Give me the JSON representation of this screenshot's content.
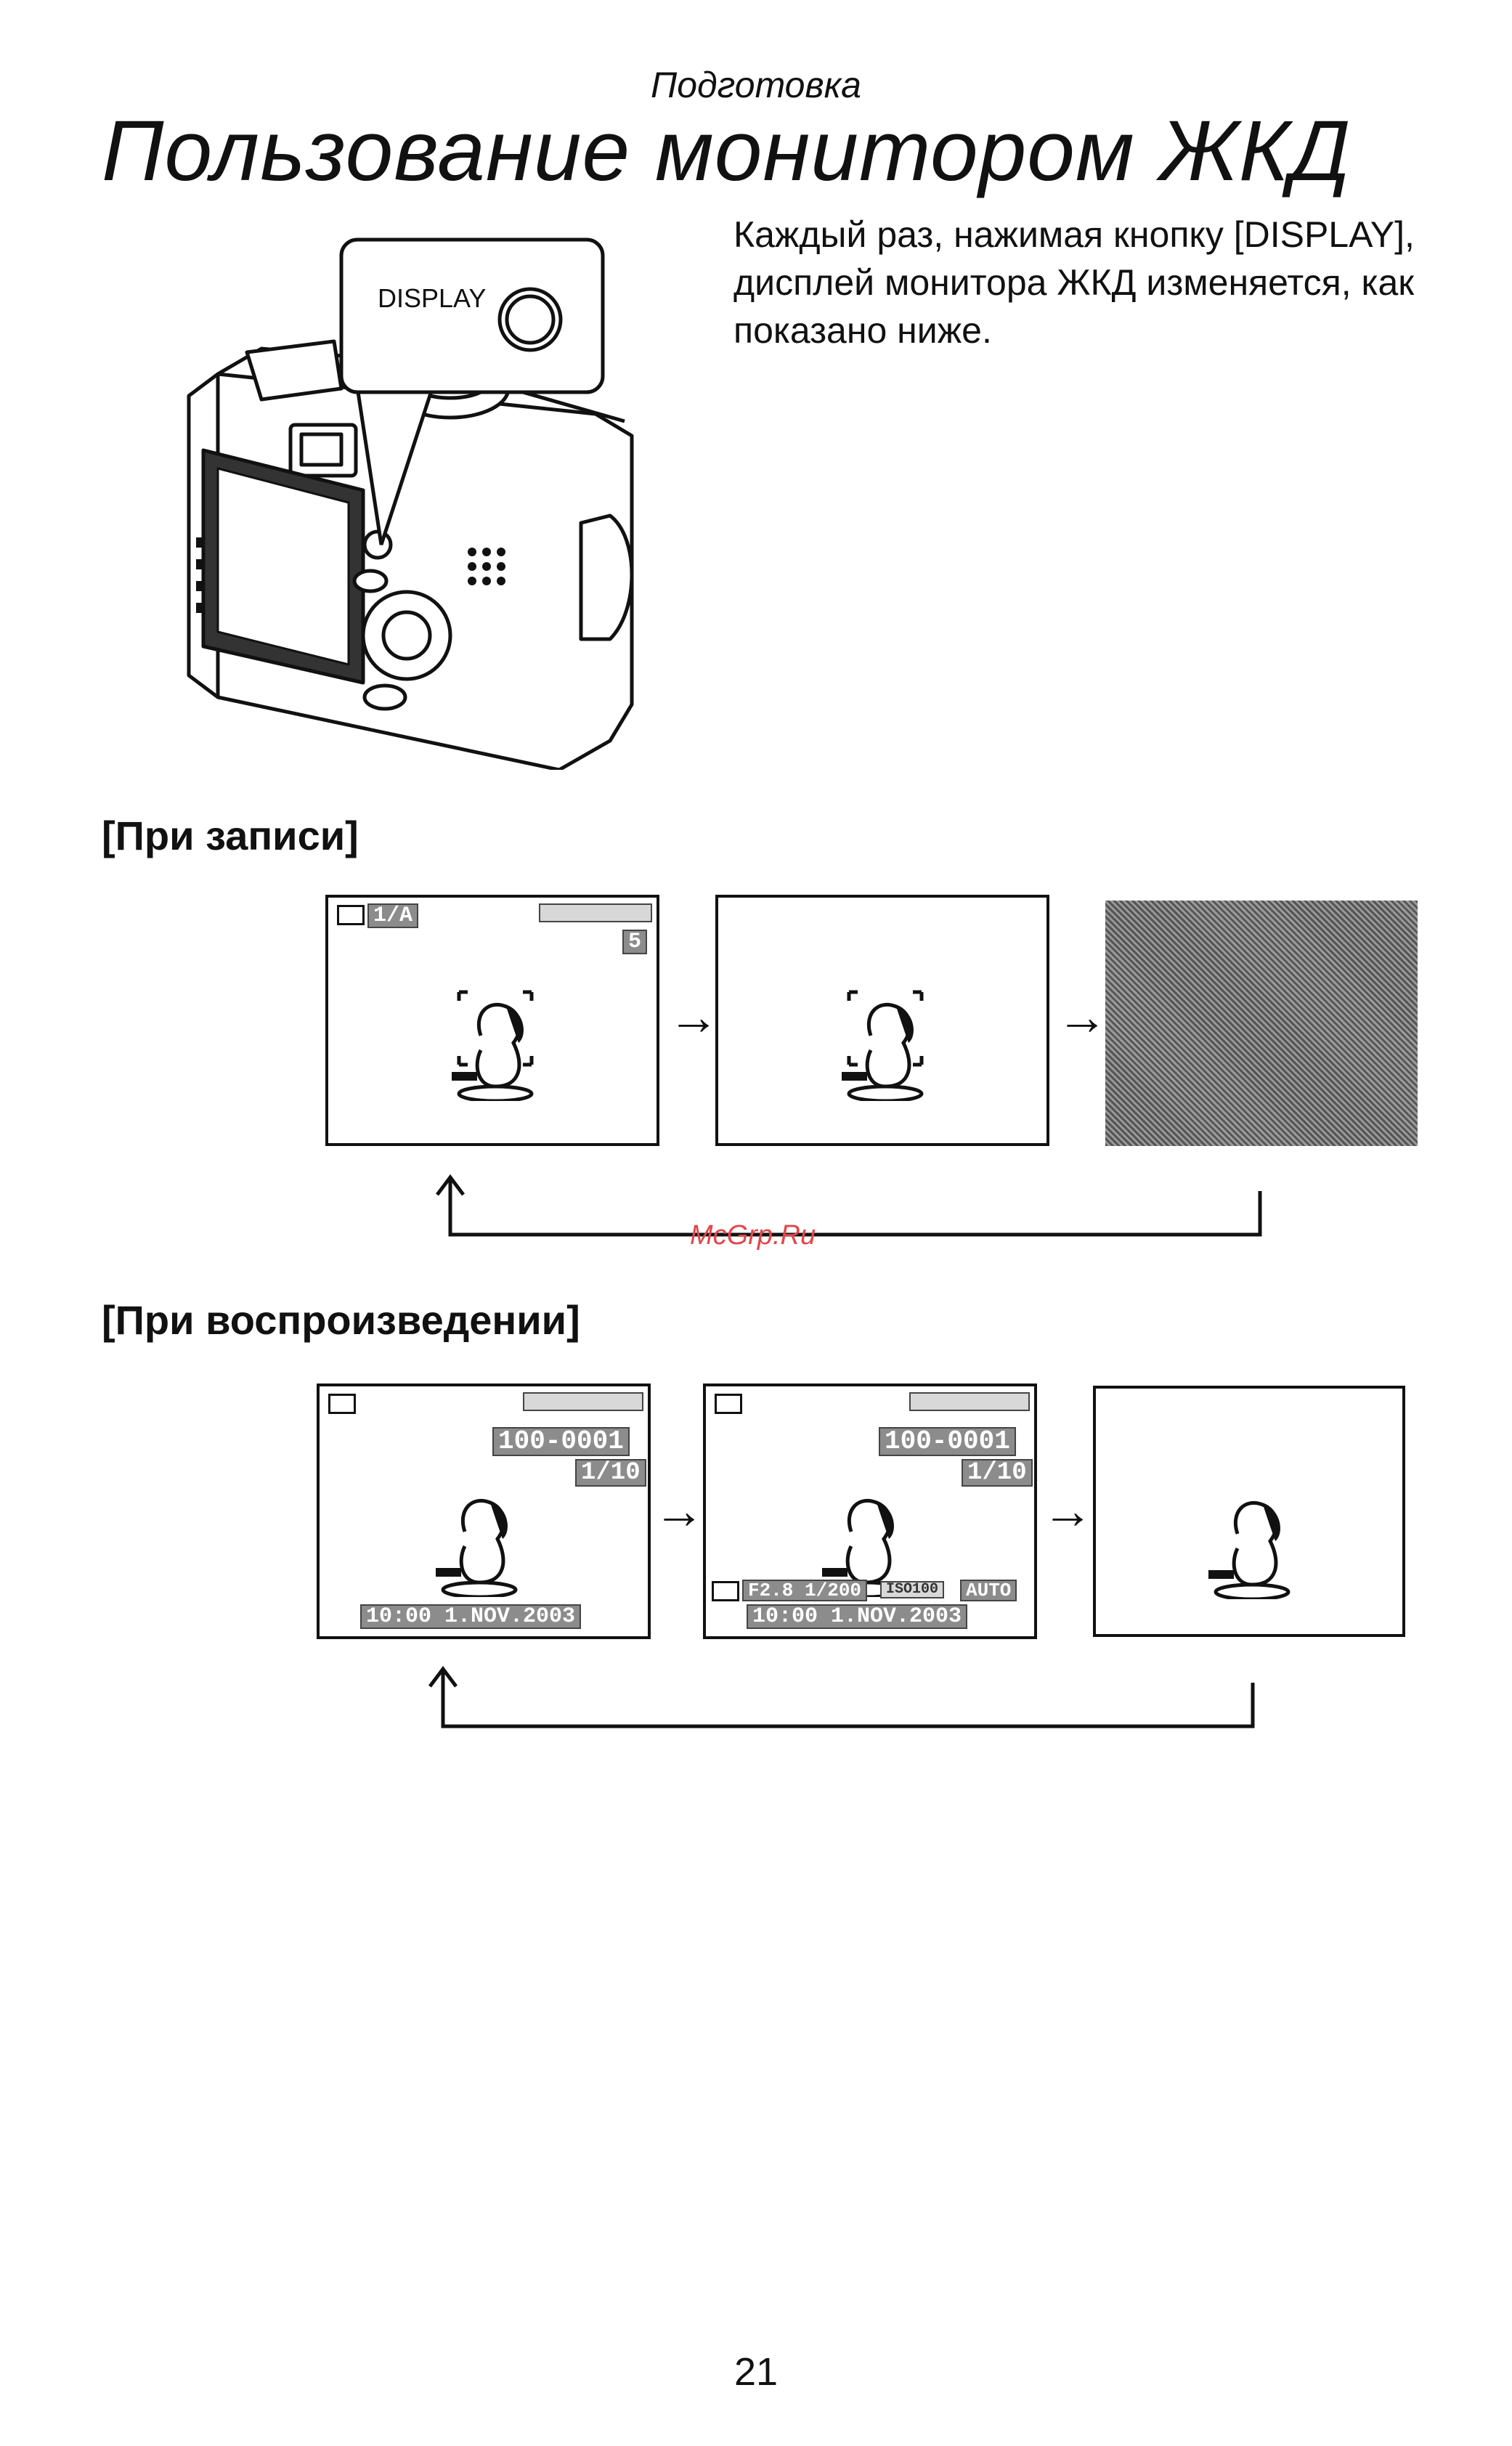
{
  "header": {
    "section": "Подготовка",
    "title": "Пользование монитором ЖКД"
  },
  "intro": {
    "text": "Каждый раз, нажимая кнопку [DISPLAY], дисплей монитора ЖКД изменяется, как показано ниже."
  },
  "camera": {
    "callout_label": "DISPLAY"
  },
  "recording": {
    "heading": "[При записи]",
    "screen1": {
      "mode": "1/A",
      "number": "5"
    }
  },
  "playback": {
    "heading": "[При воспроизведении]",
    "screen1": {
      "file": "100-0001",
      "count": "1/10",
      "date": "10:00 1.NOV.2003"
    },
    "screen2": {
      "file": "100-0001",
      "count": "1/10",
      "exposure": "F2.8 1/200",
      "iso": "ISO100",
      "wb": "AUTO",
      "date": "10:00 1.NOV.2003"
    }
  },
  "watermark": "McGrp.Ru",
  "footer": {
    "page_number": "21"
  }
}
